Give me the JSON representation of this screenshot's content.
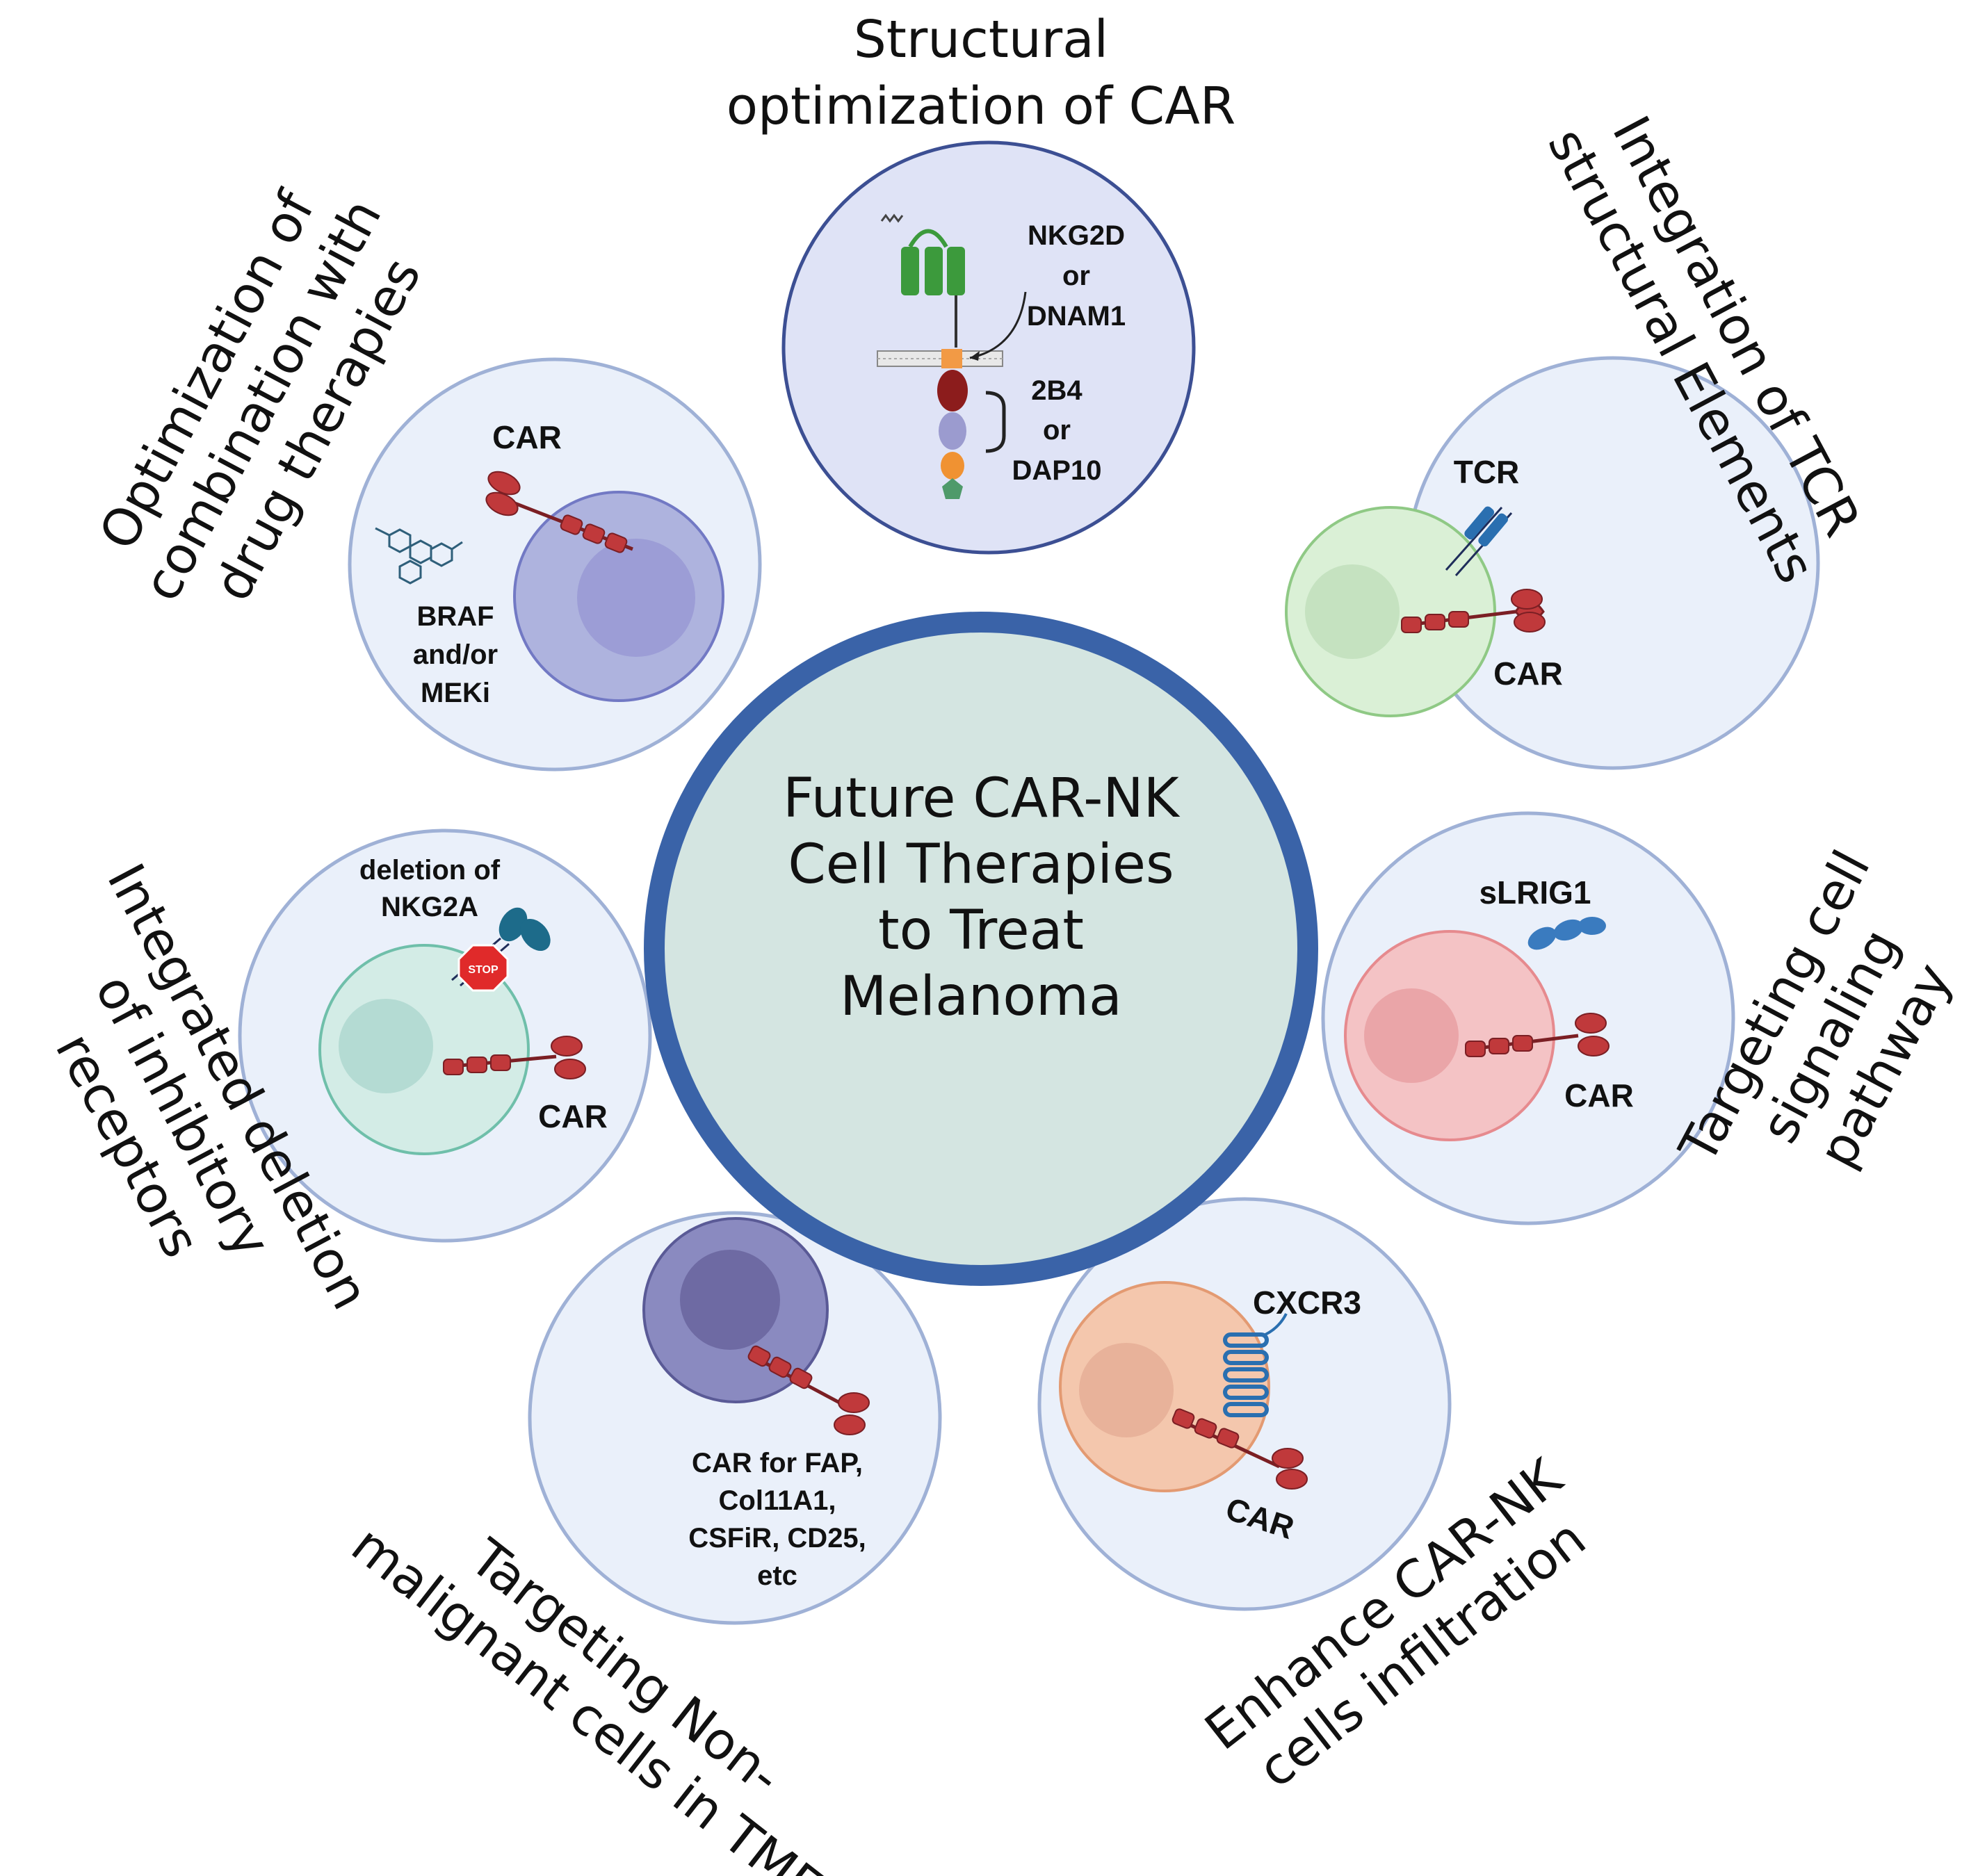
{
  "center": {
    "lines": [
      "Future CAR-NK",
      "Cell Therapies",
      "to Treat",
      "Melanoma"
    ]
  },
  "outer_labels": {
    "structural": [
      "Structural",
      "optimization of CAR"
    ],
    "tcr": [
      "Integration of TCR",
      "structural Elements"
    ],
    "signaling": [
      "Targeting cell",
      "signaling",
      "pathway"
    ],
    "infiltration": [
      "Enhance CAR-NK",
      "cells infiltration"
    ],
    "nonmalignant": [
      "Targeting Non-",
      "malignant cells in TME"
    ],
    "inhibitory": [
      "Integrated deletion",
      "of inhibitory",
      "receptors"
    ],
    "drug": [
      "Optimization of",
      "combination with",
      "drug therapies"
    ]
  },
  "satellites": {
    "structural": {
      "receptor_lines": [
        "NKG2D",
        "or",
        "DNAM1"
      ],
      "domain_lines": [
        "2B4",
        "or",
        "DAP10"
      ]
    },
    "tcr": {
      "tcr_label": "TCR",
      "car_label": "CAR"
    },
    "signaling": {
      "molecule_label": "sLRIG1",
      "car_label": "CAR"
    },
    "infiltration": {
      "receptor_label": "CXCR3",
      "car_label": "CAR"
    },
    "nonmalignant": {
      "target_lines": [
        "CAR for FAP,",
        "Col11A1,",
        "CSFiR, CD25,",
        "etc"
      ]
    },
    "inhibitory": {
      "deletion_lines": [
        "deletion of",
        "NKG2A"
      ],
      "stop_label": "STOP",
      "car_label": "CAR"
    },
    "drug": {
      "car_label": "CAR",
      "drug_lines": [
        "BRAF",
        "and/or",
        "MEKi"
      ]
    }
  },
  "colors": {
    "center_fill": "#d4e5e1",
    "center_ring": "#3a63a8",
    "satellite_fill": "#e8eef9",
    "satellite_ring": "#9fb1d6",
    "car_red": "#c0393b",
    "car_dark": "#7b1f24",
    "nk_green_fill": "#daf0d6",
    "nk_red_fill": "#f4c3c5",
    "nk_orange_fill": "#f4c7ad",
    "nk_teal_fill": "#d3ece6",
    "nk_purple_fill": "#aeb3de",
    "nk_dark_purple_fill": "#8a8ac0"
  }
}
